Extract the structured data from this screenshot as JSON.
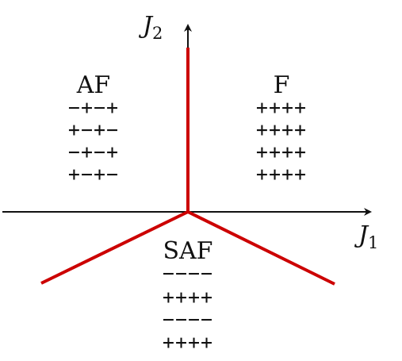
{
  "colors": {
    "background": "#ffffff",
    "axis": "#111111",
    "phase_boundary": "#cc0000"
  },
  "axes": {
    "x_label": {
      "main": "J",
      "sub": "1"
    },
    "y_label": {
      "main": "J",
      "sub": "2"
    }
  },
  "regions": {
    "af": {
      "label": "AF",
      "rows": [
        "−+−+",
        "+−+−",
        "−+−+",
        "+−+−"
      ]
    },
    "f": {
      "label": "F",
      "rows": [
        "++++",
        "++++",
        "++++",
        "++++"
      ]
    },
    "saf": {
      "label": "SAF",
      "rows": [
        "−−−−",
        "++++",
        "−−−−",
        "++++"
      ]
    }
  }
}
